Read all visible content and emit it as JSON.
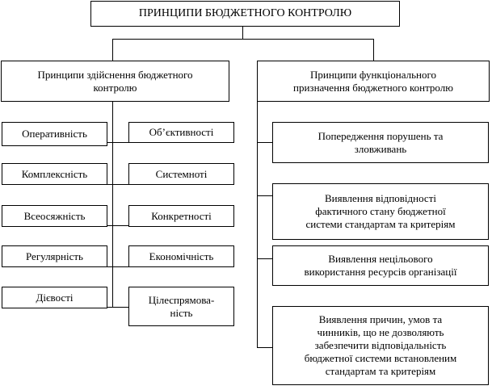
{
  "title": "ПРИНЦИПИ БЮДЖЕТНОГО КОНТРОЛЮ",
  "left_group": {
    "heading": "Принципи здійснення бюджетного\nконтролю",
    "left_items": [
      "Оперативність",
      "Комплексність",
      "Всеосяжність",
      "Регулярність",
      "Дієвості"
    ],
    "right_items": [
      "Об’єктивності",
      "Системноті",
      "Конкретності",
      "Економічність",
      "Цілеспрямова-\nність"
    ]
  },
  "right_group": {
    "heading": "Принципи функціонального\nпризначення бюджетного контролю",
    "items": [
      "Попередження порушень та\nзловживань",
      "Виявлення відповідності\nфактичного стану бюджетної\nсистеми стандартам та критеріям",
      "Виявлення нецільового\nвикористання ресурсів організації",
      "Виявлення причин, умов та\nчинників, що не дозволяють\nзабезпечити відповідальність\nбюджетної системи встановленим\nстандартам та критеріям"
    ]
  }
}
